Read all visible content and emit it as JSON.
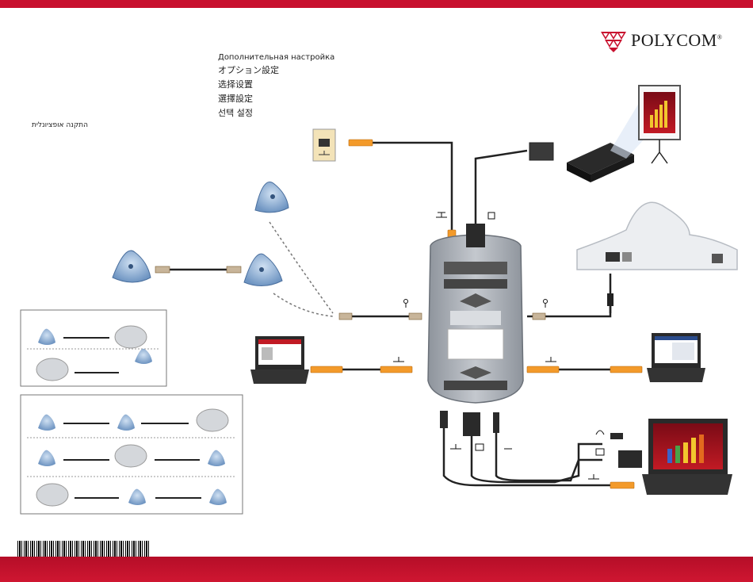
{
  "brand": {
    "name": "POLYCOM",
    "mark": "®",
    "logo_color": "#c8102e"
  },
  "labels": {
    "russian": "Дополнительная настройка",
    "japanese": "オプション設定",
    "chinese_simplified": "选择设置",
    "chinese_traditional": "選擇設定",
    "korean": "선택 설정",
    "hebrew": "התקנה אופציונלית"
  },
  "colors": {
    "band": "#c8102e",
    "cable_orange": "#f39a2a",
    "mic_blue": "#8fb3d9",
    "device_gray": "#9aa0a8"
  },
  "icons": [
    "network-icon",
    "projector-icon",
    "microphone-icon",
    "headset-icon",
    "computer-icon",
    "audio-icon"
  ]
}
